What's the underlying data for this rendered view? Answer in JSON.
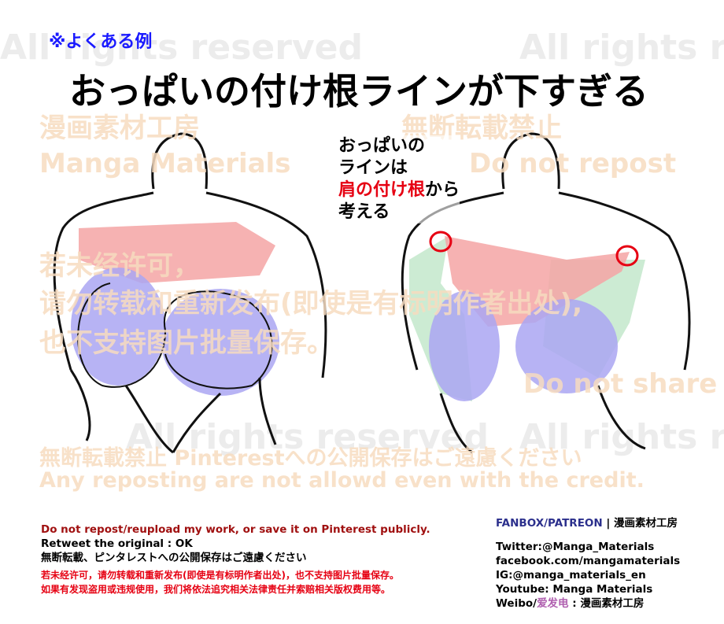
{
  "note_label": "※よくある例",
  "title": "おっぱいの付け根ラインが下すぎる",
  "callout": {
    "line1": "おっぱいの",
    "line2": "ラインは",
    "line3_red": "肩の付け根",
    "line3_rest": "から",
    "line4": "考える"
  },
  "watermarks": {
    "rights": "All rights reserved",
    "studio_jp": "漫画素材工房",
    "no_repost_jp": "無断転載禁止",
    "studio_en": "Manga Materials",
    "no_repost_en": "Do not repost",
    "cn1": "若未经许可，",
    "cn2": "请勿转载和重新发布(即使是有标明作者出处),",
    "cn3": "也不支持图片批量保存。",
    "not_share": "Do not share",
    "pinterest_jp": "無断転載禁止 Pinterestへの公開保存はご遠慮ください",
    "credit_en": "Any reposting are not allowd even with the credit."
  },
  "footer": {
    "warn_en": "Do not repost/reupload my work, or save it on Pinterest publicly.",
    "retweet": "Retweet the original : OK",
    "warn_jp": "無断転載、ピンタレストへの公開保存はご遠慮ください",
    "warn_cn1": "若未经许可，请勿转载和重新发布(即使是有标明作者出处)，也不支持图片批量保存。",
    "warn_cn2": "如果有发现盗用或违规使用，我们将依法追究相关法律责任并索赔相关版权费用等。",
    "fanbox": "FANBOX/PATREON",
    "fanbox_sep": " | ",
    "fanbox_name": "漫画素材工房",
    "twitter": "Twitter:@Manga_Materials",
    "facebook": "facebook.com/mangamaterials",
    "ig": "IG:@manga_materials_en",
    "youtube": "Youtube: Manga Materials",
    "weibo_pre": "Weibo/",
    "weibo_name": "爱发电",
    "weibo_post": " : 漫画素材工房"
  },
  "colors": {
    "red": "#e60012",
    "blue": "#1a1aff",
    "pink": "#f4a5a5",
    "lavender": "#aaa6f2",
    "green": "#bfe6c8",
    "watermark": "#f7dcc0",
    "navy": "#2b2f8c",
    "purple": "#b060b0"
  }
}
